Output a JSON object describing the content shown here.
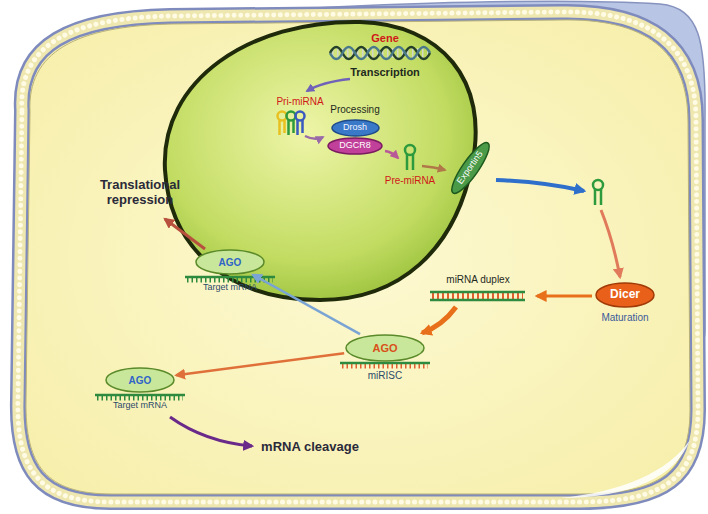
{
  "diagram": {
    "nodes": [
      {
        "text": [
          "Drosh"
        ]
      },
      {
        "text": [
          "DGCR8"
        ]
      },
      {
        "text": [
          "Exportin5"
        ]
      },
      {
        "text": [
          "Dicer",
          "Maturation"
        ]
      },
      {
        "text": [
          "AGO",
          "miRISC"
        ]
      },
      {
        "text": [
          "AGO",
          "Target mRNA"
        ]
      },
      {
        "text": [
          "AGO",
          "Target mRNA"
        ]
      }
    ],
    "edges": [
      {
        "from": 4,
        "to": 5,
        "arrow": "to"
      },
      {
        "from": 4,
        "to": 6,
        "arrow": "to"
      }
    ],
    "labels": [
      "Gene",
      "Transcription",
      "Pri-miRNA",
      "Processing",
      "Pre-miRNA",
      "miRNA duplex",
      "Translational repression",
      "mRNA cleavage"
    ]
  }
}
